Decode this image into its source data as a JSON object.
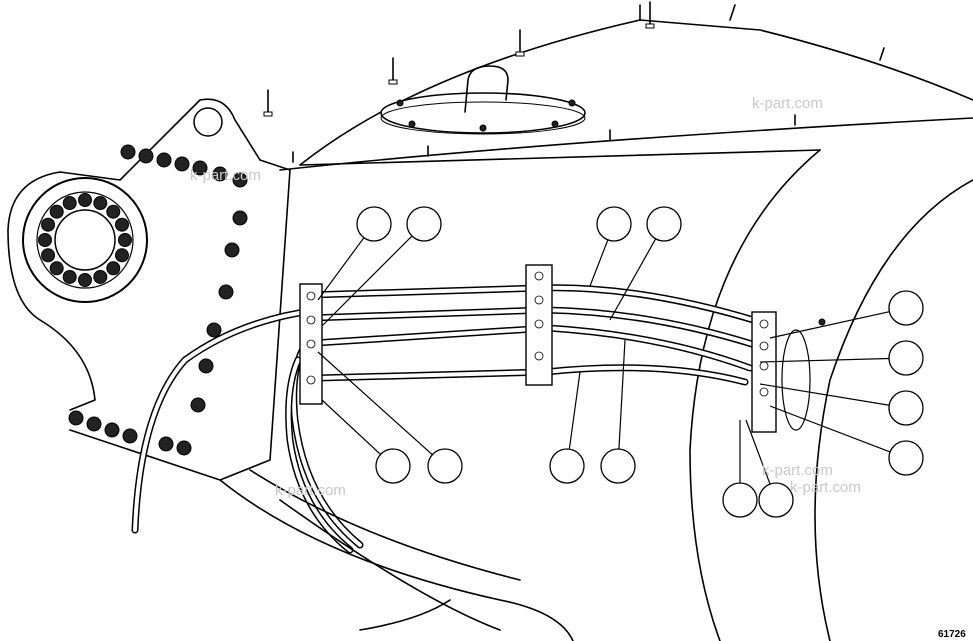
{
  "watermark": {
    "text_1": "k-part.com",
    "text_2": "k-part.com",
    "text_3": "k-part.com",
    "text_4": "k-part.com",
    "text_5": "k-part.com"
  },
  "figure_number": "61726",
  "callout_count": 14,
  "callout_labels": [
    "",
    "",
    "",
    "",
    "",
    "",
    "",
    "",
    "",
    "",
    "",
    "",
    "",
    ""
  ]
}
